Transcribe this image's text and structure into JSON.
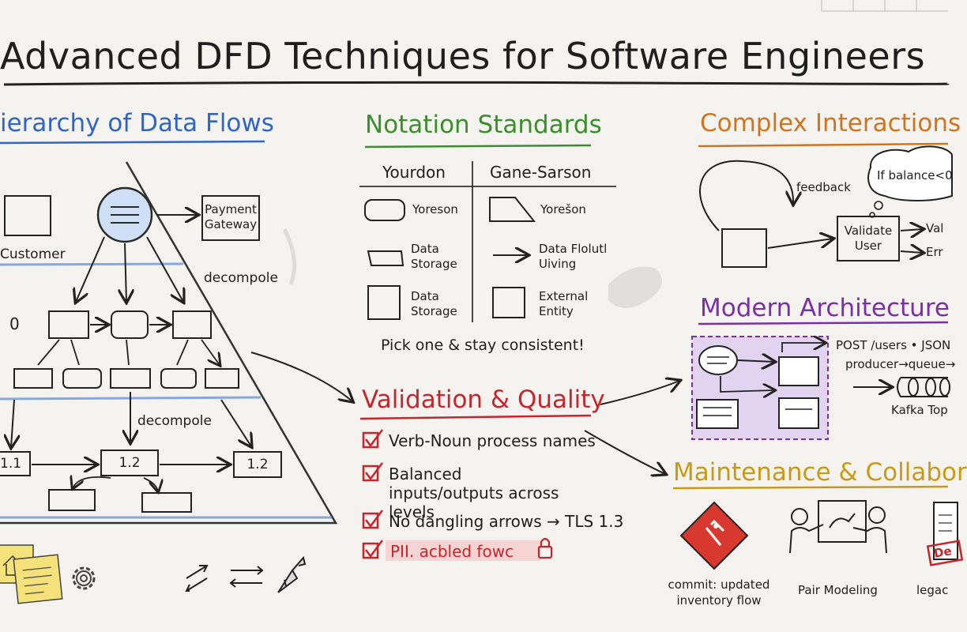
{
  "title": "Advanced DFD Techniques for Software Engineers",
  "sections": {
    "hierarchy": {
      "heading": "ierarchy of Data Flows",
      "nodes": {
        "customer": "Customer",
        "payment_gateway": "Payment Gateway",
        "level_0": "0",
        "decompose_1": "decompole",
        "decompose_2": "decompole",
        "p1_1": "1.1",
        "p1_2a": "1.2",
        "p1_2b": "1.2"
      }
    },
    "notation": {
      "heading": "Notation Standards",
      "columns": [
        "Yourdon",
        "Gane-Sarson"
      ],
      "rows": [
        {
          "left": "Yoreson",
          "right": "Yorešon"
        },
        {
          "left": "Data Storage",
          "right": "Data Flolutl Uiving"
        },
        {
          "left": "Data Storage",
          "right": "External Entity"
        }
      ],
      "note": "Pick one & stay consistent!"
    },
    "validation": {
      "heading": "Validation & Quality",
      "items": [
        {
          "text": "Verb-Noun process names"
        },
        {
          "text": "Balanced inputs/outputs across levels"
        },
        {
          "text": "No dangling arrows → TLS 1.3"
        },
        {
          "text": "PII. acbled fowc",
          "icon": "lock-icon"
        }
      ]
    },
    "complex": {
      "heading": "Complex Interactions",
      "feedback_label": "feedback",
      "thought": "If balance<0",
      "validate": "Validate User",
      "out_valid": "Val",
      "out_error": "Err"
    },
    "modern": {
      "heading": "Modern Architecture",
      "api_label": "POST /users • JSON",
      "queue_label": "producer→queue→",
      "kafka_label": "Kafka Top"
    },
    "maintenance": {
      "heading": "Maintenance & Collabor",
      "commit_caption": "commit: updated inventory flow",
      "pair_caption": "Pair Modeling",
      "legacy_caption": "legac",
      "deprecated_stamp": "De"
    }
  },
  "colors": {
    "background": "#f4f3ef",
    "blue": "#2f66c6",
    "green": "#3a8f2c",
    "orange": "#d0751e",
    "red": "#c8242b",
    "purple": "#7b2fa6",
    "gold": "#c99a12",
    "sticky": "#f6e27a",
    "ink": "#1f1f1f"
  }
}
